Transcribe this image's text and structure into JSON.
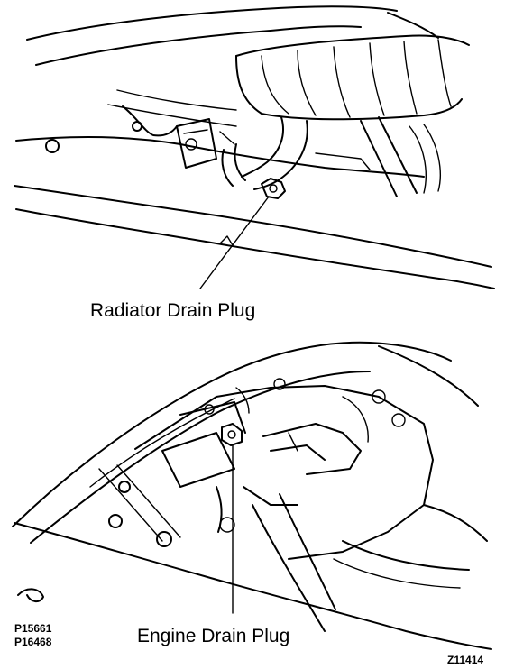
{
  "labels": {
    "radiator_drain_plug": "Radiator Drain Plug",
    "engine_drain_plug": "Engine Drain Plug"
  },
  "codes": {
    "code_1": "P15661",
    "code_2": "P16468",
    "figure_code": "Z11414"
  }
}
